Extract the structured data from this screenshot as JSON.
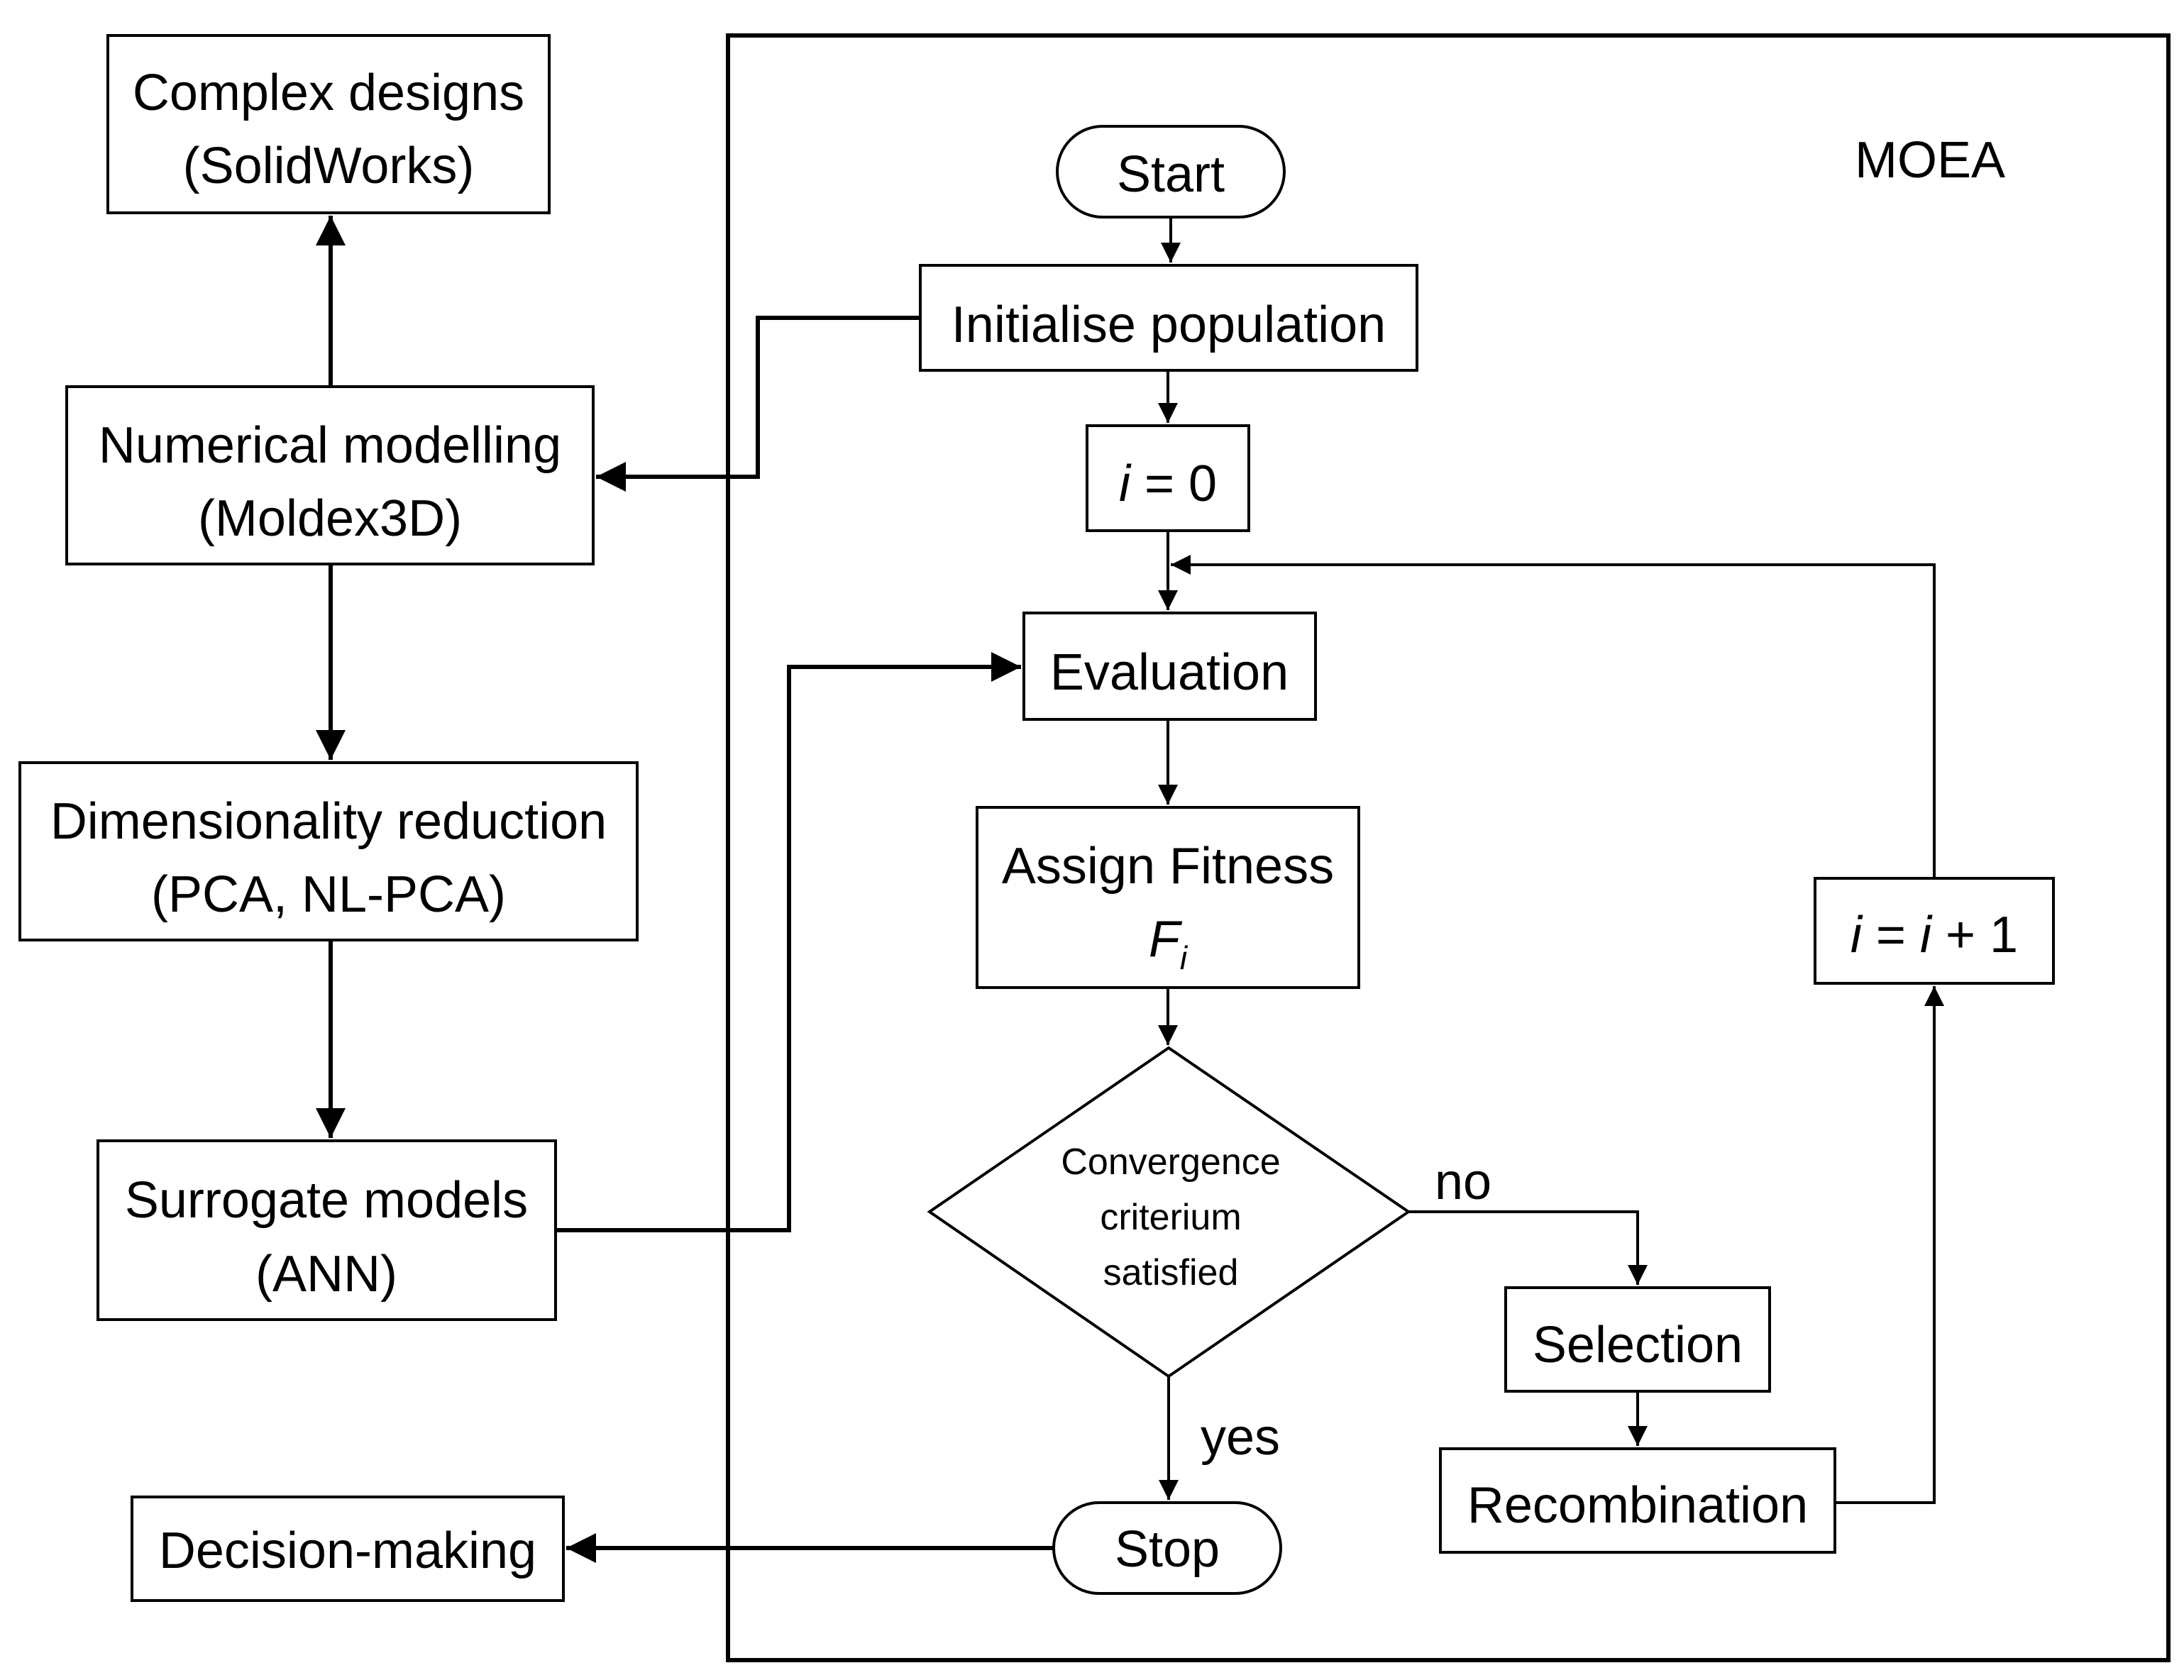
{
  "moea_title": "MOEA",
  "left": {
    "complex_designs": [
      "Complex designs",
      "(SolidWorks)"
    ],
    "numerical_modelling": [
      "Numerical modelling",
      "(Moldex3D)"
    ],
    "dimensionality_reduction": [
      "Dimensionality reduction",
      "(PCA, NL-PCA)"
    ],
    "surrogate_models": [
      "Surrogate models",
      "(ANN)"
    ],
    "decision_making": "Decision-making"
  },
  "flow": {
    "start": "Start",
    "initialise": "Initialise population",
    "init_counter": {
      "var": "i",
      "rest": " = 0"
    },
    "evaluation": "Evaluation",
    "assign_fitness": {
      "line1": "Assign Fitness",
      "symbol": "F",
      "subscript": "i"
    },
    "decision": [
      "Convergence",
      "criterium",
      "satisfied"
    ],
    "no": "no",
    "yes": "yes",
    "stop": "Stop",
    "selection": "Selection",
    "recombination": "Recombination",
    "increment": {
      "var": "i",
      "eq": " = ",
      "var2": "i",
      "rest": " + 1"
    }
  }
}
